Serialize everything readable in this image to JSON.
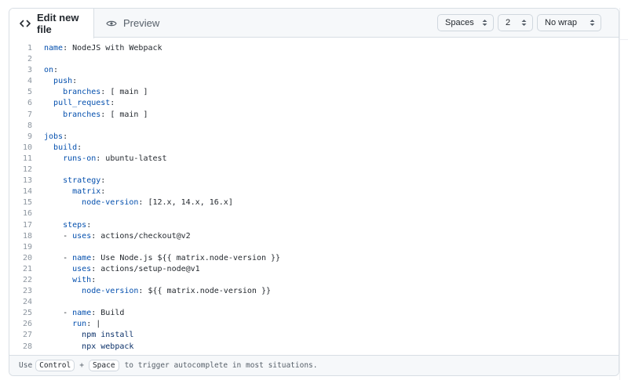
{
  "tabs": {
    "edit": {
      "label": "Edit new file",
      "icon": "code-icon",
      "active": true
    },
    "preview": {
      "label": "Preview",
      "icon": "eye-icon",
      "active": false
    }
  },
  "toolbar": {
    "indent_mode": {
      "selected": "Spaces"
    },
    "indent_size": {
      "selected": "2"
    },
    "wrap_mode": {
      "selected": "No wrap"
    }
  },
  "colors": {
    "key": "#0550ae",
    "string_block": "#0a3069",
    "text": "#24292f",
    "line_number": "#8c959f",
    "border": "#d8dee4",
    "header_bg": "#f6f8fa"
  },
  "code": {
    "lines": [
      {
        "n": "1",
        "indent": "",
        "dash": "",
        "key": "name",
        "value": " NodeJS with Webpack"
      },
      {
        "n": "2",
        "indent": "",
        "dash": "",
        "key": "",
        "value": ""
      },
      {
        "n": "3",
        "indent": "",
        "dash": "",
        "key": "on",
        "value": ""
      },
      {
        "n": "4",
        "indent": "  ",
        "dash": "",
        "key": "push",
        "value": ""
      },
      {
        "n": "5",
        "indent": "    ",
        "dash": "",
        "key": "branches",
        "value": " [ main ]"
      },
      {
        "n": "6",
        "indent": "  ",
        "dash": "",
        "key": "pull_request",
        "value": ""
      },
      {
        "n": "7",
        "indent": "    ",
        "dash": "",
        "key": "branches",
        "value": " [ main ]"
      },
      {
        "n": "8",
        "indent": "",
        "dash": "",
        "key": "",
        "value": ""
      },
      {
        "n": "9",
        "indent": "",
        "dash": "",
        "key": "jobs",
        "value": ""
      },
      {
        "n": "10",
        "indent": "  ",
        "dash": "",
        "key": "build",
        "value": ""
      },
      {
        "n": "11",
        "indent": "    ",
        "dash": "",
        "key": "runs-on",
        "value": " ubuntu-latest"
      },
      {
        "n": "12",
        "indent": "",
        "dash": "",
        "key": "",
        "value": ""
      },
      {
        "n": "13",
        "indent": "    ",
        "dash": "",
        "key": "strategy",
        "value": ""
      },
      {
        "n": "14",
        "indent": "      ",
        "dash": "",
        "key": "matrix",
        "value": ""
      },
      {
        "n": "15",
        "indent": "        ",
        "dash": "",
        "key": "node-version",
        "value": " [12.x, 14.x, 16.x]"
      },
      {
        "n": "16",
        "indent": "",
        "dash": "",
        "key": "",
        "value": ""
      },
      {
        "n": "17",
        "indent": "    ",
        "dash": "",
        "key": "steps",
        "value": ""
      },
      {
        "n": "18",
        "indent": "    ",
        "dash": "- ",
        "key": "uses",
        "value": " actions/checkout@v2"
      },
      {
        "n": "19",
        "indent": "",
        "dash": "",
        "key": "",
        "value": ""
      },
      {
        "n": "20",
        "indent": "    ",
        "dash": "- ",
        "key": "name",
        "value": " Use Node.js ${{ matrix.node-version }}"
      },
      {
        "n": "21",
        "indent": "      ",
        "dash": "",
        "key": "uses",
        "value": " actions/setup-node@v1"
      },
      {
        "n": "22",
        "indent": "      ",
        "dash": "",
        "key": "with",
        "value": ""
      },
      {
        "n": "23",
        "indent": "        ",
        "dash": "",
        "key": "node-version",
        "value": " ${{ matrix.node-version }}"
      },
      {
        "n": "24",
        "indent": "",
        "dash": "",
        "key": "",
        "value": ""
      },
      {
        "n": "25",
        "indent": "    ",
        "dash": "- ",
        "key": "name",
        "value": " Build"
      },
      {
        "n": "26",
        "indent": "      ",
        "dash": "",
        "key": "run",
        "value": " |"
      },
      {
        "n": "27",
        "indent": "        ",
        "dash": "",
        "key": "",
        "value": "",
        "block": "npm install"
      },
      {
        "n": "28",
        "indent": "        ",
        "dash": "",
        "key": "",
        "value": "",
        "block": "npx webpack"
      }
    ]
  },
  "footer": {
    "prefix": "Use",
    "key1": "Control",
    "plus": "+",
    "key2": "Space",
    "suffix": "to trigger autocomplete in most situations."
  }
}
